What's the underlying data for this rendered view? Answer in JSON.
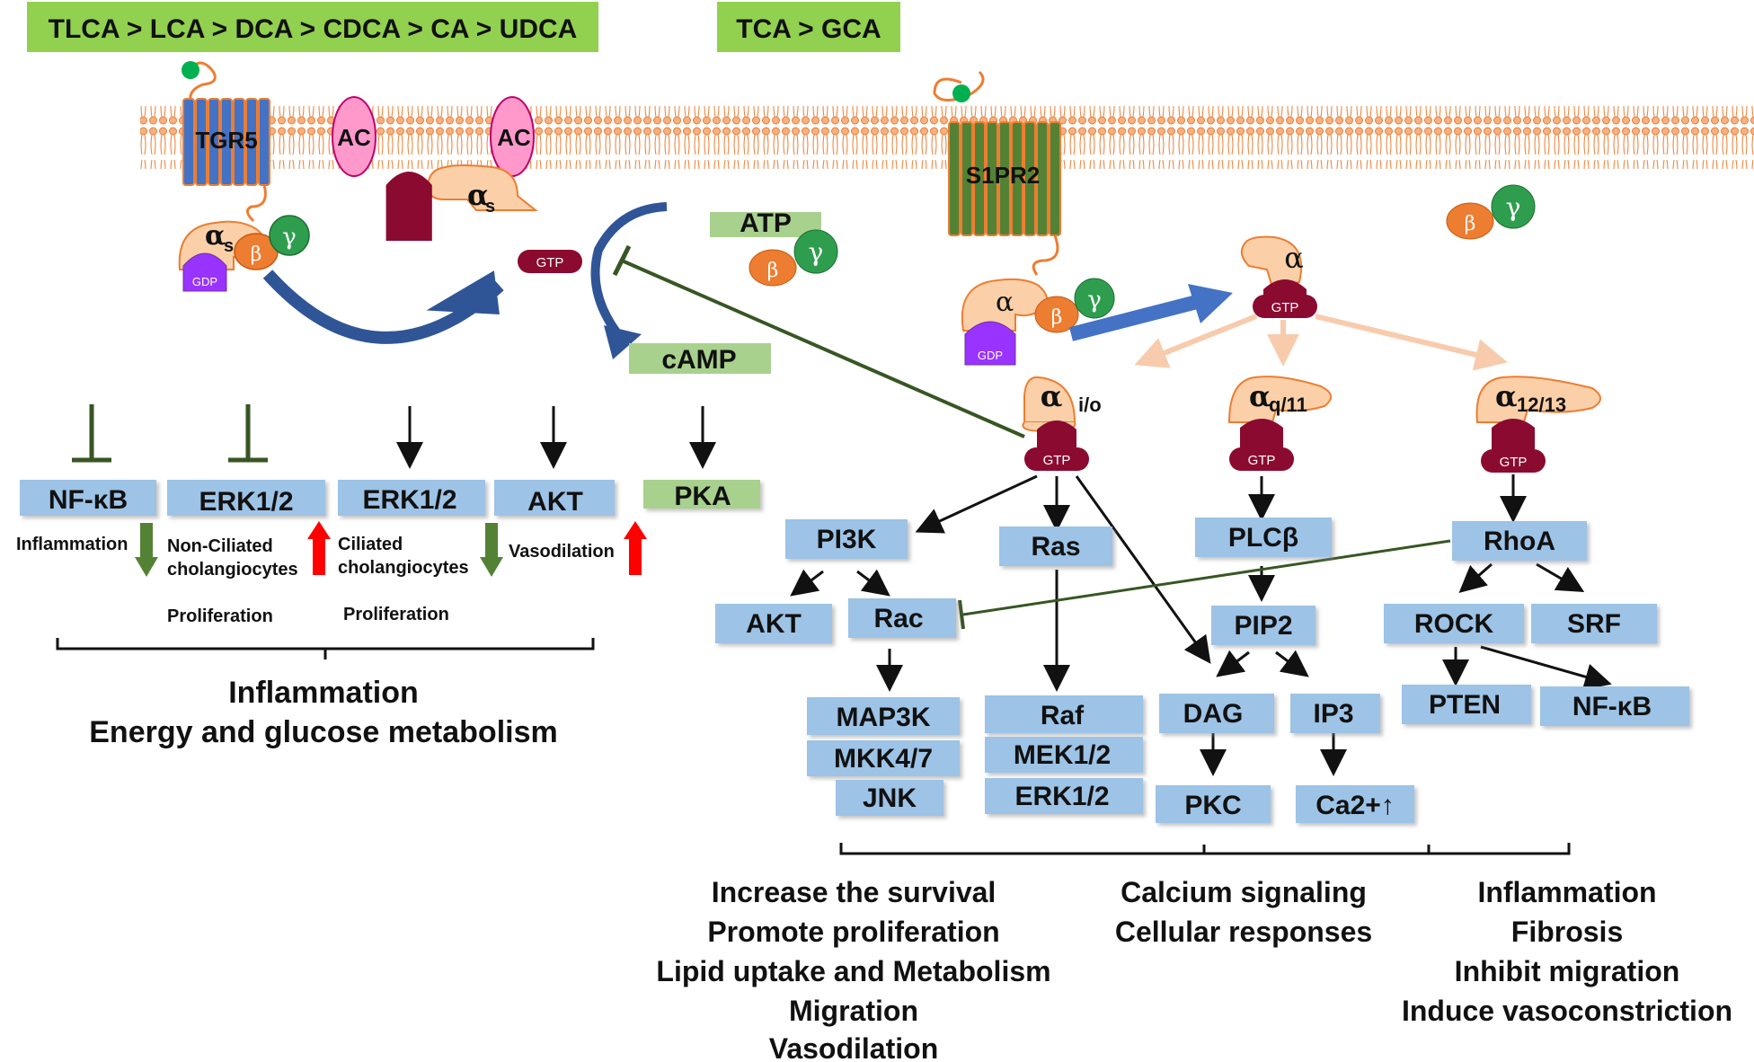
{
  "colors": {
    "green_banner": "#92d050",
    "box_blue": "#9dc3e6",
    "box_green": "#a9d18e",
    "membrane": "#f4b183",
    "membrane_line": "#ed7d31",
    "receptor_blue": "#4472c4",
    "receptor_green": "#548235",
    "ac_pink": "#ff99cc",
    "gtp": "#8b0a30",
    "gdp": "#9933ff",
    "beta": "#ed7d31",
    "gamma": "#2e9e4e",
    "alpha": "#fbd0a8",
    "arrow_blue": "#4472c4",
    "arrow_peach": "#f8cbad",
    "inhibit_green": "#375623",
    "up_red": "#ff0000",
    "down_green": "#548235"
  },
  "banners": {
    "left": "TLCA > LCA > DCA > CDCA > CA > UDCA",
    "right": "TCA > GCA"
  },
  "receptors": {
    "tgr5": "TGR5",
    "s1pr2": "S1PR2"
  },
  "enzymes": {
    "ac1": "AC",
    "ac2": "AC"
  },
  "molecules": {
    "atp": "ATP",
    "camp": "cAMP",
    "pka": "PKA"
  },
  "gproteins": {
    "alpha_s": "α",
    "alpha_s_sub": "s",
    "alpha": "α",
    "alpha_io": "α",
    "alpha_io_sub": "i/o",
    "alpha_q11": "α",
    "alpha_q11_sub": "q/11",
    "alpha_1213": "α",
    "alpha_1213_sub": "12/13",
    "beta": "β",
    "gamma": "γ",
    "gtp": "GTP",
    "gdp": "GDP"
  },
  "tgr5_targets": {
    "nfkb": "NF-κB",
    "erk_nc": "ERK1/2",
    "erk_c": "ERK1/2",
    "akt": "AKT",
    "inflammation_label": "Inflammation",
    "nc_label_1": "Non-Ciliated",
    "nc_label_2": "cholangiocytes",
    "c_label_1": "Ciliated",
    "c_label_2": "cholangiocytes",
    "vasodilation_label": "Vasodilation",
    "prolif_1": "Proliferation",
    "prolif_2": "Proliferation"
  },
  "tgr5_summary": {
    "line1": "Inflammation",
    "line2": "Energy and glucose metabolism"
  },
  "s1pr2_targets": {
    "pi3k": "PI3K",
    "akt": "AKT",
    "rac": "Rac",
    "map3k": "MAP3K",
    "mkk": "MKK4/7",
    "jnk": "JNK",
    "ras": "Ras",
    "raf": "Raf",
    "mek": "MEK1/2",
    "erk": "ERK1/2",
    "plcb": "PLCβ",
    "pip2": "PIP2",
    "dag": "DAG",
    "ip3": "IP3",
    "pkc": "PKC",
    "ca": "Ca2+↑",
    "rhoa": "RhoA",
    "rock": "ROCK",
    "srf": "SRF",
    "pten": "PTEN",
    "nfkb": "NF-κB"
  },
  "outcomes": {
    "left": [
      "Increase the survival",
      "Promote proliferation",
      "Lipid uptake and Metabolism",
      "Migration",
      "Vasodilation"
    ],
    "middle": [
      "Calcium signaling",
      "Cellular responses"
    ],
    "right": [
      "Inflammation",
      "Fibrosis",
      "Inhibit migration",
      "Induce vasoconstriction"
    ]
  }
}
